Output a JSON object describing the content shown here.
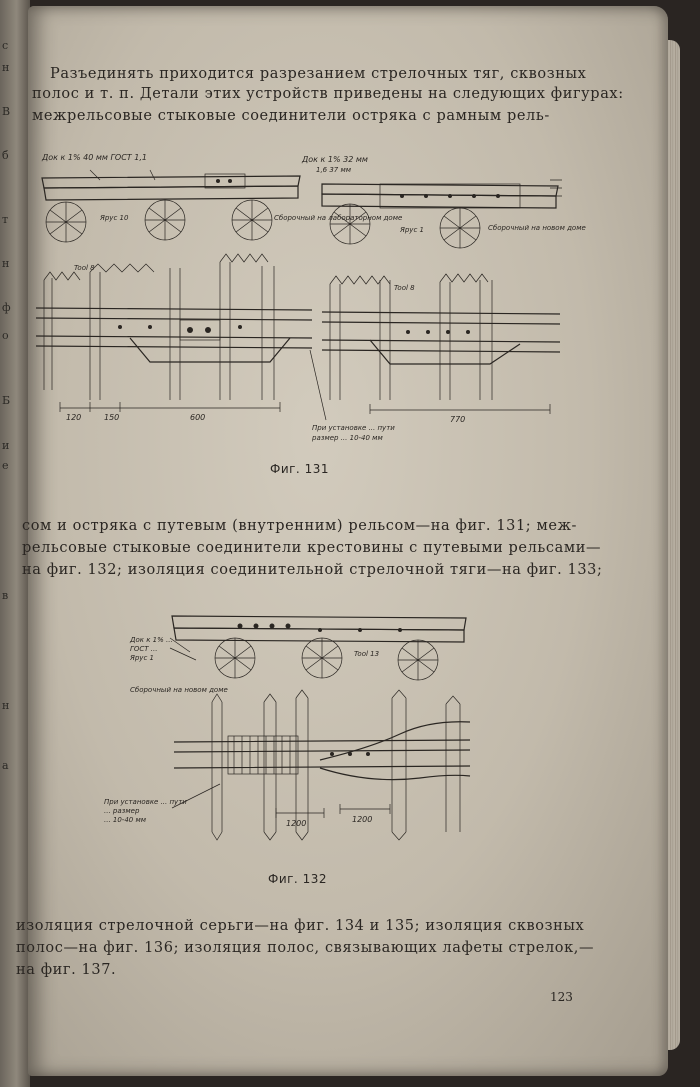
{
  "intro_lines": [
    "Разъединять приходится разрезанием стрелочных тяг, сквозных",
    "полос и т. п. Детали этих устройств приведены на следующих фигурах:",
    "межрельсовые  стыковые  соединители  остряка  с  рамным  рель-"
  ],
  "middle_lines": [
    "сом и остряка с путевым (внутренним) рельсом—на фиг. 131; меж-",
    "рельсовые стыковые соединители крестовины с путевыми рельсами—",
    "на фиг. 132; изоляция соединительной стрелочной тяги—на фиг. 133;"
  ],
  "bottom_lines": [
    "изоляция стрелочной серьги—на фиг. 134 и 135; изоляция сквозных",
    "полос—на фиг. 136; изоляция полос, связывающих лафеты стрелок,—",
    "на фиг. 137."
  ],
  "figure_131": {
    "caption": "Фиг. 131",
    "labels": {
      "top_left_1": "Док к 1% 40 мм ГОСТ 1,1",
      "top_right_1": "Док к 1% 32 мм",
      "top_right_2": "1,6 37 мм",
      "gap_label": "Ярус 10",
      "stuck_left": "Сборочный на лабораторном доме",
      "gap2": "Ярус 1",
      "stuck_right": "Сборочный на новом доме",
      "tool_l": "Tool 8",
      "tool_r": "Tool 8",
      "dim_a": "120",
      "dim_b": "150",
      "dim_c": "600",
      "dim_d": "770",
      "note_1": "При установке ... пути",
      "note_2": "размер ... 10-40 мм"
    }
  },
  "figure_132": {
    "caption": "Фиг. 132",
    "labels": {
      "top_left_1": "Док к 1% ...",
      "top_left_2": "ГОСТ ...",
      "top_left_3": "Ярус 1",
      "tool": "Tool 13",
      "weld_note": "Сборочный на новом доме",
      "dim_a": "1200",
      "dim_b": "1200",
      "note_1": "При установке ... пути",
      "note_2": "... размер",
      "note_3": "... 10-40 мм"
    }
  },
  "page_number": "123",
  "left_page_fragments": [
    "с",
    "н",
    "В",
    "б",
    "т",
    "н",
    "ф",
    "о",
    "Б",
    "и",
    "е",
    "в",
    "н",
    "а"
  ],
  "colors": {
    "paper": "#c9c1b2",
    "ink": "#2a2622",
    "background": "#2a2522"
  }
}
